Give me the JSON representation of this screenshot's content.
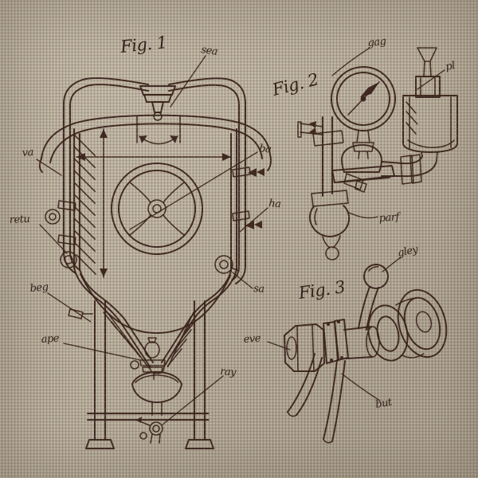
{
  "scene": {
    "type": "embroidered vintage patent-style technical drawing stitched on linen fabric",
    "fabric_color": "#b3a896",
    "thread_color": "#3a241c"
  },
  "figures": [
    {
      "title": "Fig. 1",
      "subject": "mixing tank with handwheel, side piping, conical funnel bottom, stand and drain valve",
      "labels": [
        "sea",
        "va",
        "retu",
        "ba",
        "ha",
        "sa",
        "beg",
        "ape",
        "ray"
      ]
    },
    {
      "title": "Fig. 2",
      "subject": "pressure gauge on valve body with piping, weight float and oil cup cylinder",
      "labels": [
        "gag",
        "pl",
        "parf"
      ]
    },
    {
      "title": "Fig. 3",
      "subject": "valve with ball-top lever, hex fitting, flange wheel and fork handles",
      "labels": [
        "gley",
        "eve",
        "but"
      ]
    }
  ]
}
